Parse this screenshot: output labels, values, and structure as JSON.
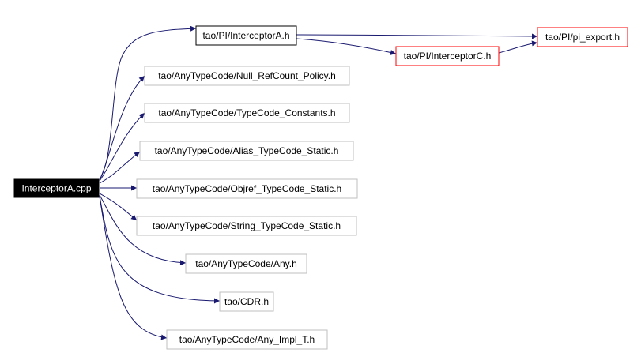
{
  "graph": {
    "root": {
      "id": "root",
      "label": "InterceptorA.cpp",
      "style": "root"
    },
    "nodes": [
      {
        "id": "n_interceptorA_h",
        "label": "tao/PI/InterceptorA.h",
        "style": "normal"
      },
      {
        "id": "n_pi_export",
        "label": "tao/PI/pi_export.h",
        "style": "red"
      },
      {
        "id": "n_interceptorC",
        "label": "tao/PI/InterceptorC.h",
        "style": "red"
      },
      {
        "id": "n_null_refcount",
        "label": "tao/AnyTypeCode/Null_RefCount_Policy.h",
        "style": "gray"
      },
      {
        "id": "n_tc_constants",
        "label": "tao/AnyTypeCode/TypeCode_Constants.h",
        "style": "gray"
      },
      {
        "id": "n_alias_tc",
        "label": "tao/AnyTypeCode/Alias_TypeCode_Static.h",
        "style": "gray"
      },
      {
        "id": "n_objref_tc",
        "label": "tao/AnyTypeCode/Objref_TypeCode_Static.h",
        "style": "gray"
      },
      {
        "id": "n_string_tc",
        "label": "tao/AnyTypeCode/String_TypeCode_Static.h",
        "style": "gray"
      },
      {
        "id": "n_any",
        "label": "tao/AnyTypeCode/Any.h",
        "style": "gray"
      },
      {
        "id": "n_cdr",
        "label": "tao/CDR.h",
        "style": "gray"
      },
      {
        "id": "n_any_impl",
        "label": "tao/AnyTypeCode/Any_Impl_T.h",
        "style": "gray"
      }
    ],
    "edges": [
      [
        "root",
        "n_interceptorA_h"
      ],
      [
        "root",
        "n_null_refcount"
      ],
      [
        "root",
        "n_tc_constants"
      ],
      [
        "root",
        "n_alias_tc"
      ],
      [
        "root",
        "n_objref_tc"
      ],
      [
        "root",
        "n_string_tc"
      ],
      [
        "root",
        "n_any"
      ],
      [
        "root",
        "n_cdr"
      ],
      [
        "root",
        "n_any_impl"
      ],
      [
        "n_interceptorA_h",
        "n_pi_export"
      ],
      [
        "n_interceptorA_h",
        "n_interceptorC"
      ],
      [
        "n_interceptorC",
        "n_pi_export"
      ]
    ],
    "colors": {
      "edge": "#191970",
      "root_fill": "#000000",
      "root_text": "#ffffff",
      "normal_border": "#000000",
      "red_border": "#ff0000",
      "gray_border": "#bfbfbf",
      "text": "#000000"
    }
  }
}
